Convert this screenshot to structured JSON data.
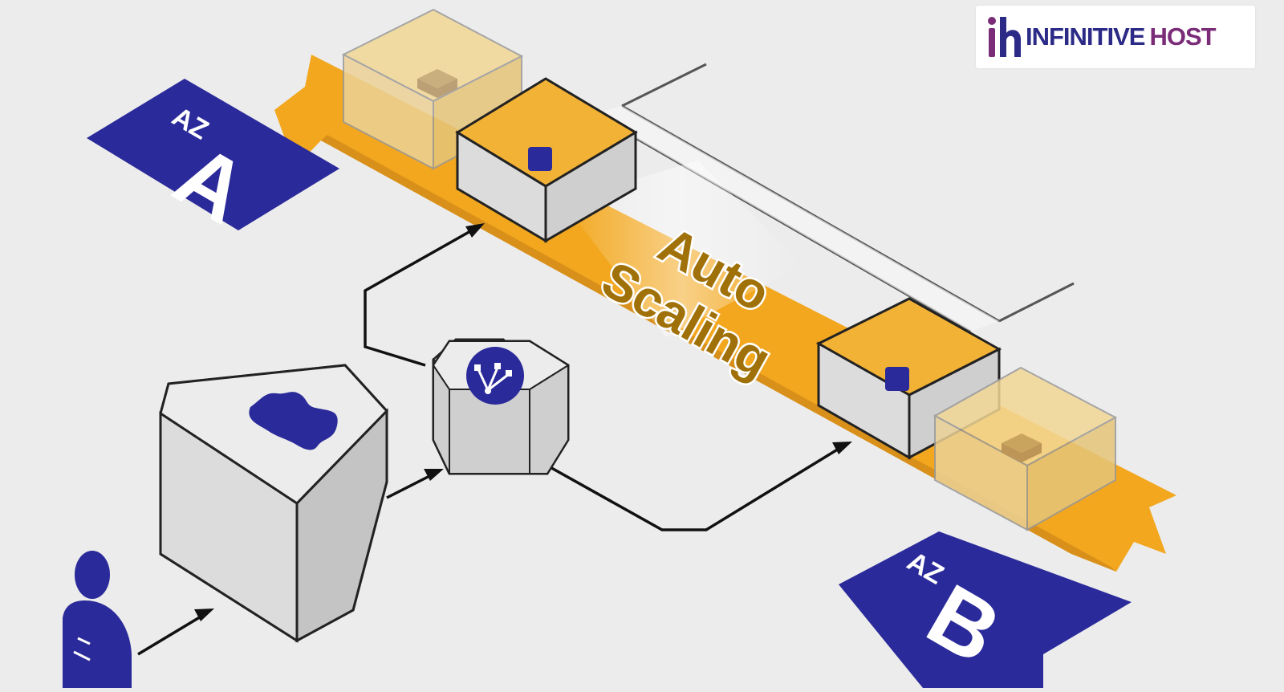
{
  "brand": {
    "logo_mark": "ih",
    "name_part_1": "INFINITIVE",
    "name_part_2": "HOST"
  },
  "diagram": {
    "az_a": {
      "prefix": "AZ",
      "letter": "A"
    },
    "az_b": {
      "prefix": "AZ",
      "letter": "B"
    },
    "auto_scaling": {
      "line1": "Auto",
      "line2": "Scaling"
    },
    "icons": {
      "user": "user-icon",
      "waf": "shield-icon",
      "load_balancer": "load-balancer-icon",
      "instance": "instance-chip-icon"
    }
  },
  "colors": {
    "az_blue": "#2a2a9a",
    "band_orange": "#f2a71e",
    "instance_top": "#f2b236",
    "box_grey": "#d5d5d5"
  }
}
